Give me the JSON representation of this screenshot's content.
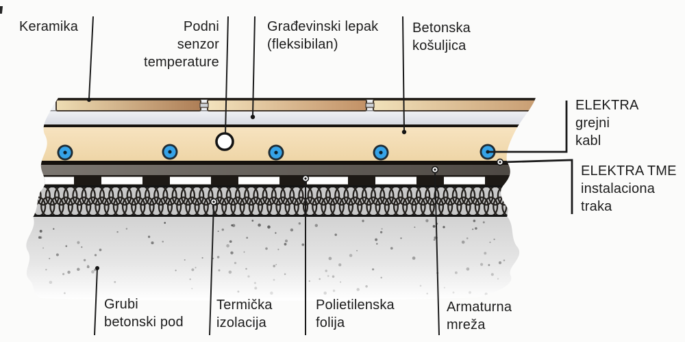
{
  "diagram": {
    "type": "floor-heating-installation-cross-section",
    "labels": {
      "keramika": {
        "lines": [
          "Keramika"
        ]
      },
      "podni_senzor": {
        "lines": [
          "Podni",
          "senzor",
          "temperature"
        ]
      },
      "gradjevinski_lepak": {
        "lines": [
          "Građevinski lepak",
          "(fleksibilan)"
        ]
      },
      "betonska_kosuljica": {
        "lines": [
          "Betonska",
          "košuljica"
        ]
      },
      "elektra_grejni_kabl": {
        "lines": [
          "ELEKTRA",
          "grejni",
          "kabl"
        ]
      },
      "elektra_tme": {
        "lines": [
          "ELEKTRA TME",
          "instalaciona",
          "traka"
        ]
      },
      "grubi_betonski_pod": {
        "lines": [
          "Grubi",
          "betonski pod"
        ]
      },
      "termicka_izolacija": {
        "lines": [
          "Termička",
          "izolacija"
        ]
      },
      "polietilenska_folija": {
        "lines": [
          "Polietilenska",
          "folija"
        ]
      },
      "armaturna_mreza": {
        "lines": [
          "Armaturna",
          "mreža"
        ]
      }
    },
    "colors": {
      "heating_cable_blue": "#35a3e8",
      "cable_ring_dark": "#1e2b33",
      "tile_light": "#f2e2ba",
      "tile_dark": "#b0805a",
      "adhesive_gray": "#e0e2e8",
      "screed_beige": "#f4dfb7",
      "dark_layer_black": "#1b1713",
      "mesh_gray": "#6b655f",
      "insulation_gray": "#c9c9c9",
      "concrete_gray": "#d4d4d4",
      "line_color": "#1a1a1a"
    }
  }
}
